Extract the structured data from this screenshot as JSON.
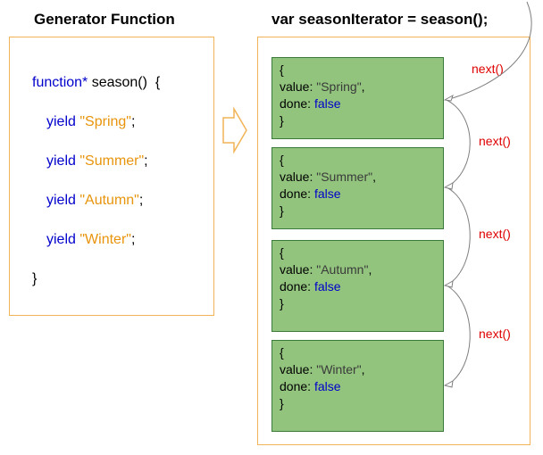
{
  "headings": {
    "left": "Generator Function",
    "right": "var seasonIterator = season();"
  },
  "code": {
    "func_keyword": "function*",
    "signature": " season()  {",
    "yield_keyword": "yield",
    "yields": [
      "\"Spring\"",
      "\"Summer\"",
      "\"Autumn\"",
      "\"Winter\""
    ],
    "semicolon": ";",
    "closing": "}"
  },
  "cards": [
    {
      "open": "{",
      "value_key": "value: ",
      "value": "\"Spring\"",
      "comma": ",",
      "done_key": "done: ",
      "done": "false",
      "close": "}"
    },
    {
      "open": "{",
      "value_key": "value: ",
      "value": "\"Summer\"",
      "comma": ",",
      "done_key": "done: ",
      "done": "false",
      "close": "}"
    },
    {
      "open": "{",
      "value_key": "value: ",
      "value": "\"Autumn\"",
      "comma": ",",
      "done_key": "done: ",
      "done": "false",
      "close": "}"
    },
    {
      "open": "{",
      "value_key": "value: ",
      "value": "\"Winter\"",
      "comma": ",",
      "done_key": "done: ",
      "done": "false",
      "close": "}"
    }
  ],
  "next_labels": [
    "next()",
    "next()",
    "next()",
    "next()"
  ],
  "colors": {
    "panel_border": "#f2b458",
    "card_fill": "#92c47d",
    "keyword": "#0000cc",
    "string": "#e8940c",
    "next_label": "#e00000"
  }
}
